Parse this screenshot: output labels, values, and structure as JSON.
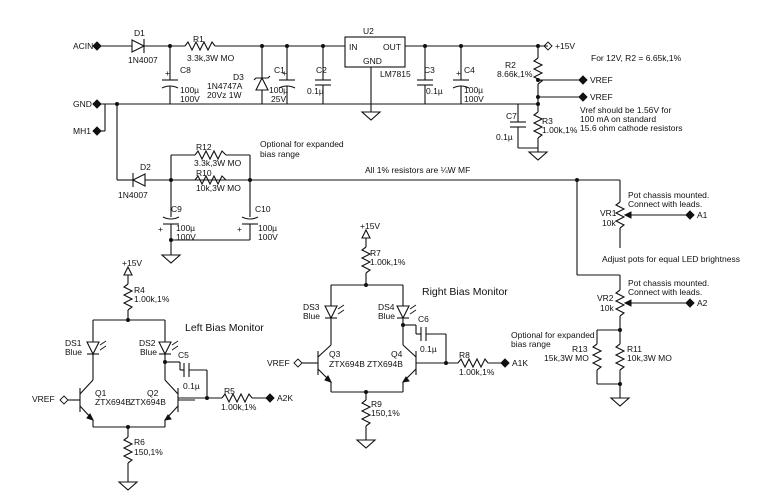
{
  "ports": {
    "acin": "ACIN",
    "gnd": "GND",
    "mh1": "MH1",
    "vref_left": "VREF",
    "vref_mid": "VREF",
    "vref_out1": "VREF",
    "vref_out2": "VREF",
    "plus15v": "+15V",
    "plus15_left": "+15V",
    "plus15_mid": "+15V",
    "a1": "A1",
    "a2": "A2",
    "a1k": "A1K",
    "a2k": "A2K"
  },
  "components": {
    "d1": {
      "ref": "D1",
      "value": "1N4007"
    },
    "d2": {
      "ref": "D2",
      "value": "1N4007"
    },
    "r1": {
      "ref": "R1",
      "value": "3.3k,3W MO"
    },
    "d3": {
      "ref": "D3",
      "value": "1N4747A",
      "value2": "20Vz 1W"
    },
    "c8": {
      "ref": "C8",
      "value": "100µ",
      "value2": "100V"
    },
    "c1": {
      "ref": "C1",
      "value": "100µ",
      "value2": "25V"
    },
    "c2": {
      "ref": "C2",
      "value": "0.1µ"
    },
    "u2": {
      "ref": "U2",
      "part": "LM7815",
      "pin_in": "IN",
      "pin_out": "OUT",
      "pin_gnd": "GND"
    },
    "c3": {
      "ref": "C3",
      "value": "0.1µ"
    },
    "c4": {
      "ref": "C4",
      "value": "100µ",
      "value2": "100V"
    },
    "r2": {
      "ref": "R2",
      "value": "8.66k,1%"
    },
    "r3": {
      "ref": "R3",
      "value": "1.00k,1%"
    },
    "c7": {
      "ref": "C7",
      "value": "0.1µ"
    },
    "r12": {
      "ref": "R12",
      "value": "3.3k,3W MO"
    },
    "r10": {
      "ref": "R10",
      "value": "10k,3W MO"
    },
    "c9": {
      "ref": "C9",
      "value": "100µ",
      "value2": "100V"
    },
    "c10": {
      "ref": "C10",
      "value": "100µ",
      "value2": "100V"
    },
    "vr1": {
      "ref": "VR1",
      "value": "10k"
    },
    "vr2": {
      "ref": "VR2",
      "value": "10k"
    },
    "r13": {
      "ref": "R13",
      "value": "15k,3W MO"
    },
    "r11": {
      "ref": "R11",
      "value": "10k,3W MO"
    },
    "r4": {
      "ref": "R4",
      "value": "1.00k,1%"
    },
    "ds1": {
      "ref": "DS1",
      "value": "Blue"
    },
    "ds2": {
      "ref": "DS2",
      "value": "Blue"
    },
    "c5": {
      "ref": "C5",
      "value": "0.1µ"
    },
    "q1": {
      "ref": "Q1",
      "value": "ZTX694B"
    },
    "q2": {
      "ref": "Q2",
      "value": "ZTX694B"
    },
    "r5": {
      "ref": "R5",
      "value": "1.00k,1%"
    },
    "r6": {
      "ref": "R6",
      "value": "150,1%"
    },
    "r7": {
      "ref": "R7",
      "value": "1.00k,1%"
    },
    "ds3": {
      "ref": "DS3",
      "value": "Blue"
    },
    "ds4": {
      "ref": "DS4",
      "value": "Blue"
    },
    "c6": {
      "ref": "C6",
      "value": "0.1µ"
    },
    "q3": {
      "ref": "Q3",
      "value": "ZTX694B"
    },
    "q4": {
      "ref": "Q4",
      "value": "ZTX694B"
    },
    "r8": {
      "ref": "R8",
      "value": "1.00k,1%"
    },
    "r9": {
      "ref": "R9",
      "value": "150,1%"
    }
  },
  "notes": {
    "r2_note": "For 12V, R2 = 6.65k,1%",
    "vref_note": [
      "Vref should be 1.56V for",
      "100 mA on standard",
      "15.6 ohm cathode resistors"
    ],
    "optional_top": [
      "Optional for expanded",
      "bias range"
    ],
    "optional_bottom": [
      "Optional for expanded",
      "bias range"
    ],
    "all_resistors": "All 1% resistors are ¼W MF",
    "pot1": [
      "Pot chassis mounted.",
      "Connect with leads."
    ],
    "pot2": [
      "Pot chassis mounted.",
      "Connect with leads."
    ],
    "adjust": "Adjust pots for equal LED brightness",
    "left_monitor": "Left Bias Monitor",
    "right_monitor": "Right Bias Monitor"
  }
}
